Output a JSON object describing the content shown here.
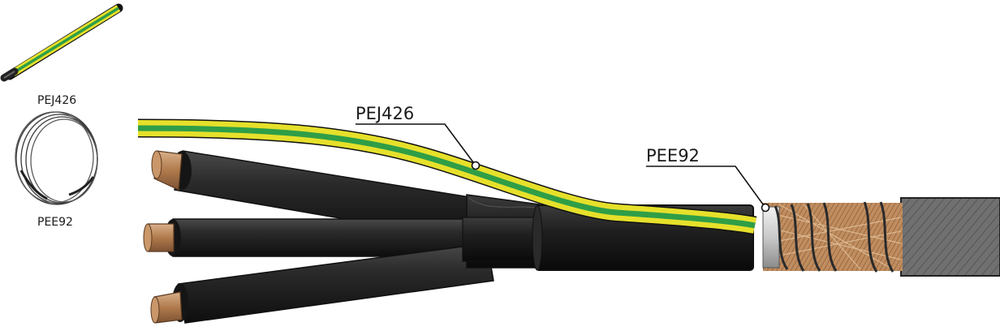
{
  "labels": {
    "thumb_wire": "PEJ426",
    "thumb_coil": "PEE92",
    "callout_wire": "PEJ426",
    "callout_spring": "PEE92"
  },
  "colors": {
    "earth_green": "#2f9e47",
    "earth_yellow": "#e6e02b",
    "sheath_black": "#1c1c1c",
    "copper": "#b98a5c",
    "outer_sheath_grey": "#6a6a6a"
  },
  "icons": {
    "thumb_wire": "earth-wire-icon",
    "thumb_coil": "constant-force-spring-icon"
  }
}
